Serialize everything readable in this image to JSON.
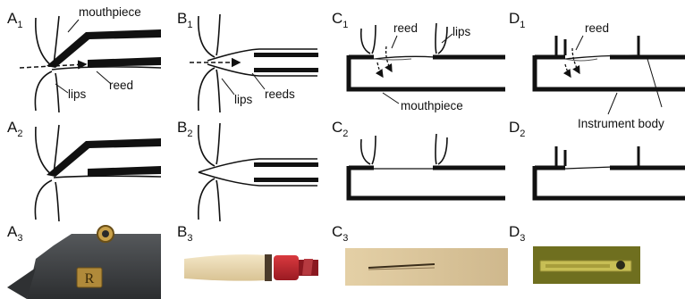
{
  "panels": [
    {
      "id": "A1",
      "letter": "A",
      "sub": "1"
    },
    {
      "id": "B1",
      "letter": "B",
      "sub": "1"
    },
    {
      "id": "C1",
      "letter": "C",
      "sub": "1"
    },
    {
      "id": "D1",
      "letter": "D",
      "sub": "1"
    },
    {
      "id": "A2",
      "letter": "A",
      "sub": "2"
    },
    {
      "id": "B2",
      "letter": "B",
      "sub": "2"
    },
    {
      "id": "C2",
      "letter": "C",
      "sub": "2"
    },
    {
      "id": "D2",
      "letter": "D",
      "sub": "2"
    },
    {
      "id": "A3",
      "letter": "A",
      "sub": "3"
    },
    {
      "id": "B3",
      "letter": "B",
      "sub": "3"
    },
    {
      "id": "C3",
      "letter": "C",
      "sub": "3"
    },
    {
      "id": "D3",
      "letter": "D",
      "sub": "3"
    }
  ],
  "annotations": {
    "a_mouthpiece": "mouthpiece",
    "a_lips": "lips",
    "a_reed": "reed",
    "b_lips": "lips",
    "b_reeds": "reeds",
    "c_reed": "reed",
    "c_lips": "lips",
    "c_mouthpiece": "mouthpiece",
    "d_reed": "reed",
    "d_instrument_body": "Instrument body"
  },
  "colors": {
    "ink": "#111111",
    "mouthpiece_photo": "#3a3d40",
    "cane": "#e9d6ad",
    "thread_red": "#c4202a",
    "c3_photo": "#d9c49b",
    "d3_background": "#6f6f1f",
    "d3_reed": "#c7be55"
  }
}
